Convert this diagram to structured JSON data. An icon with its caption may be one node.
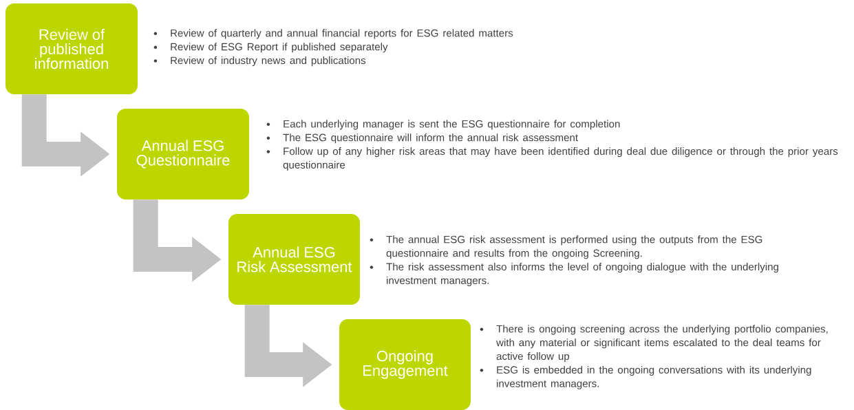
{
  "diagram": {
    "nodes": [
      {
        "text": [
          "Review of published information"
        ],
        "beside": [
          "Review of quarterly and annual financial reports for ESG related matters",
          "Review of ESG Report if published separately",
          "Review of industry news and publications"
        ]
      },
      {
        "text": [
          "Annual ESG Questionnaire"
        ],
        "beside": [
          "Each underlying manager is sent the ESG questionnaire for completion",
          "The ESG questionnaire will inform the annual risk assessment",
          "Follow up of any higher risk areas that may have been identified during deal due diligence or through the prior years questionnaire"
        ]
      },
      {
        "text": [
          "Annual ESG Risk Assessment"
        ],
        "beside": [
          "The annual ESG risk assessment is performed using the outputs from the ESG questionnaire and results from the ongoing Screening.",
          "The risk assessment also informs the level of ongoing dialogue with the underlying investment managers."
        ]
      },
      {
        "text": [
          "Ongoing Engagement"
        ],
        "beside": [
          "There is ongoing screening across the underlying portfolio companies, with any material or significant items escalated to the deal teams for active follow up",
          "ESG is embedded in the ongoing conversations with its underlying investment managers."
        ]
      }
    ],
    "edges": [
      {
        "from": 0,
        "to": 1,
        "arrow": "to"
      },
      {
        "from": 1,
        "to": 2,
        "arrow": "to"
      },
      {
        "from": 2,
        "to": 3,
        "arrow": "to"
      }
    ]
  }
}
